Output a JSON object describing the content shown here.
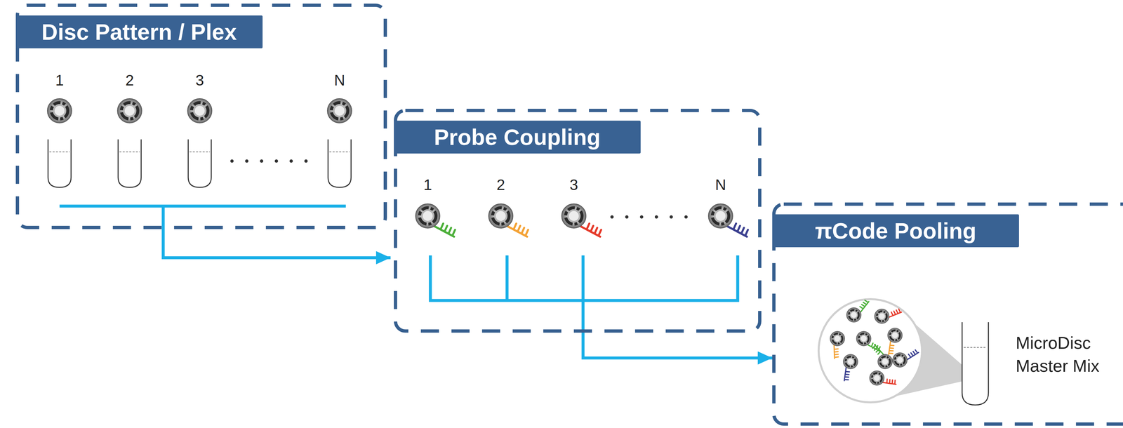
{
  "diagram": {
    "nodes": [
      {
        "text": [
          "Disc Pattern / Plex"
        ]
      },
      {
        "text": [
          "Probe Coupling"
        ]
      },
      {
        "text": [
          "πCode Pooling"
        ]
      }
    ],
    "edges": [
      {
        "from": 0,
        "to": 1,
        "arrow": "to"
      },
      {
        "from": 1,
        "to": 2,
        "arrow": "to"
      }
    ],
    "labels": [
      "1",
      "2",
      "3",
      "N",
      "1",
      "2",
      "3",
      "N",
      "MicroDisc Master Mix"
    ]
  }
}
